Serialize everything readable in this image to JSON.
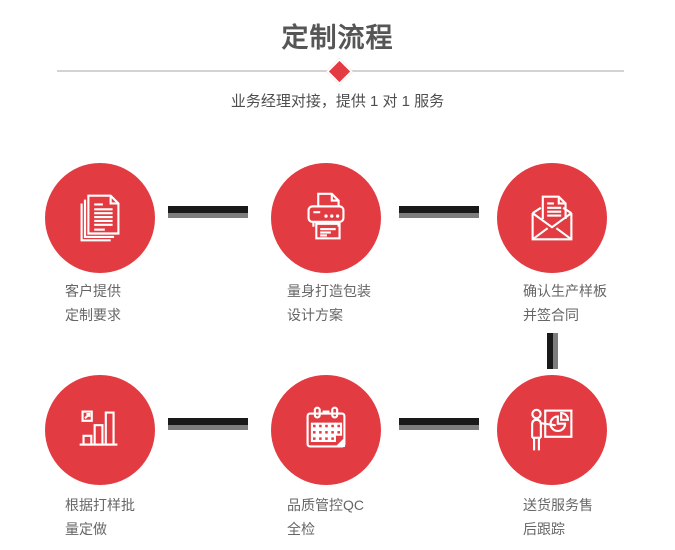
{
  "header": {
    "title": "定制流程",
    "subtitle": "业务经理对接，提供 1 对 1 服务"
  },
  "colors": {
    "accent_red": "#e23c42",
    "icon_stroke": "#ffffff",
    "connector_black": "#191919",
    "connector_gray": "#7d7d7d",
    "divider_gray": "#d3d3d3",
    "title_gray": "#565656",
    "subtitle_gray": "#4e4e4e",
    "label_gray": "#666666"
  },
  "steps": [
    {
      "icon": "documents-icon",
      "label_line1": "客户提供",
      "label_line2": "定制要求"
    },
    {
      "icon": "printer-icon",
      "label_line1": "量身打造包装",
      "label_line2": "设计方案"
    },
    {
      "icon": "envelope-icon",
      "label_line1": "确认生产样板",
      "label_line2": "并签合同"
    },
    {
      "icon": "bar-chart-icon",
      "label_line1": "根据打样批",
      "label_line2": "量定做"
    },
    {
      "icon": "calendar-icon",
      "label_line1": "品质管控QC",
      "label_line2": "全检"
    },
    {
      "icon": "presentation-icon",
      "label_line1": "送货服务售",
      "label_line2": "后跟踪"
    }
  ]
}
